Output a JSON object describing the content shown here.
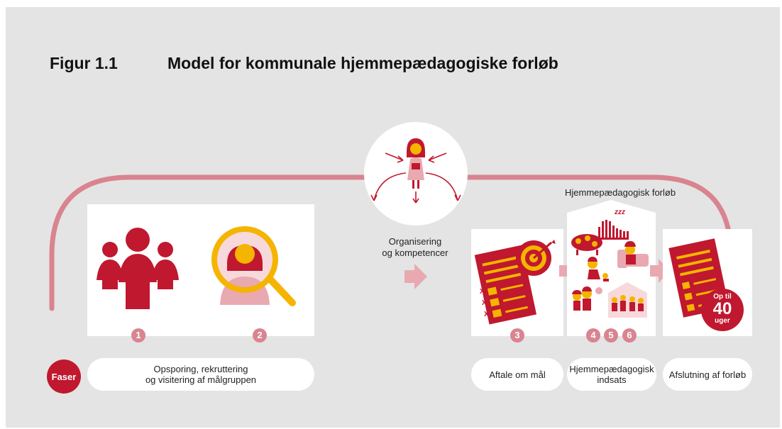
{
  "title": {
    "number": "Figur 1.1",
    "text": "Model for kommunale hjemmepædagogiske forløb"
  },
  "center": {
    "line1": "Organisering",
    "line2": "og kompetencer"
  },
  "house_label": "Hjemmepædagogisk forløb",
  "zzz": "zzz",
  "steps": [
    "1",
    "2",
    "3",
    "4",
    "5",
    "6"
  ],
  "faser": "Faser",
  "phases": [
    {
      "line1": "Opsporing, rekruttering",
      "line2": "og visitering af målgruppen"
    },
    {
      "line1": "Aftale om mål"
    },
    {
      "line1": "Hjemmepædagogisk",
      "line2": "indsats"
    },
    {
      "line1": "Afslutning af forløb"
    }
  ],
  "badge": {
    "line1": "Op til",
    "line2": "40",
    "line3": "uger"
  },
  "checklist_marks": [
    "X",
    "X",
    "X"
  ],
  "colors": {
    "red": "#c0182f",
    "pink": "#d9848f",
    "light_pink": "#e9a9b1",
    "yellow": "#f5b400",
    "background": "#e4e4e4"
  }
}
